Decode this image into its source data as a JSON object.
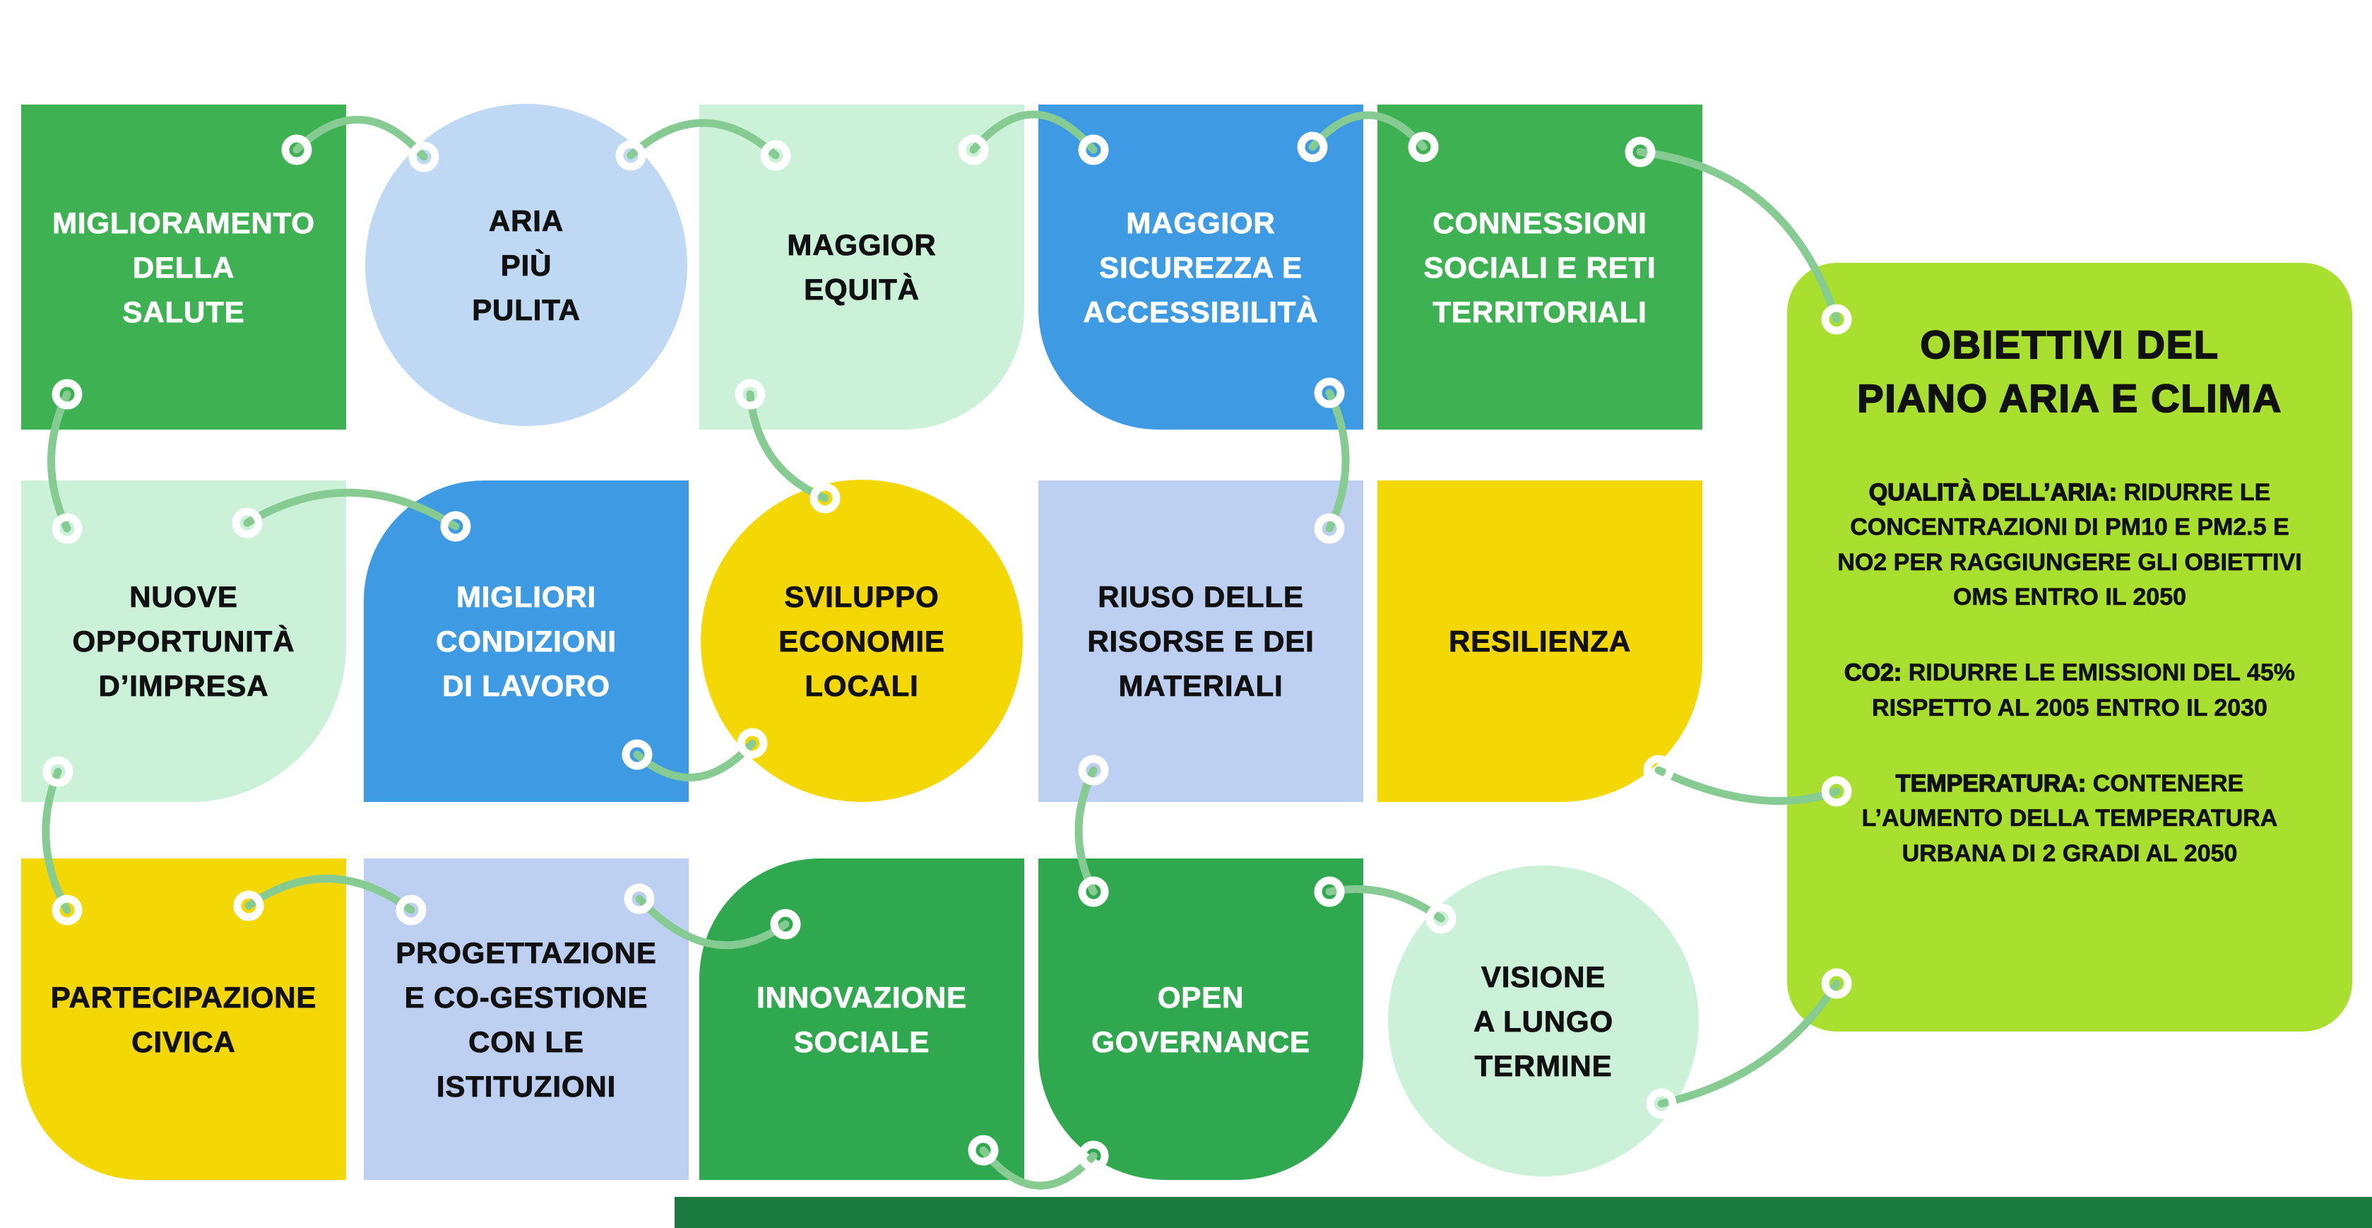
{
  "cards": [
    {
      "id": "miglioramento-della-salute",
      "label": "MIGLIORAMENTO\nDELLA\nSALUTE"
    },
    {
      "id": "aria-piu-pulita",
      "label": "ARIA\nPIÙ\nPULITA"
    },
    {
      "id": "maggior-equita",
      "label": "MAGGIOR\nEQUITÀ"
    },
    {
      "id": "maggior-sicurezza-e-accessibilita",
      "label": "MAGGIOR\nSICUREZZA E\nACCESSIBILITÀ"
    },
    {
      "id": "connessioni-sociali-e-reti-territoriali",
      "label": "CONNESSIONI\nSOCIALI E RETI\nTERRITORIALI"
    },
    {
      "id": "nuove-opportunita-dimpresa",
      "label": "NUOVE\nOPPORTUNITÀ\nD’IMPRESA"
    },
    {
      "id": "migliori-condizioni-di-lavoro",
      "label": "MIGLIORI\nCONDIZIONI\nDI LAVORO"
    },
    {
      "id": "sviluppo-economie-locali",
      "label": "SVILUPPO\nECONOMIE\nLOCALI"
    },
    {
      "id": "riuso-delle-risorse-e-dei-materiali",
      "label": "RIUSO DELLE\nRISORSE E DEI\nMATERIALI"
    },
    {
      "id": "resilienza",
      "label": "RESILIENZA"
    },
    {
      "id": "partecipazione-civica",
      "label": "PARTECIPAZIONE\nCIVICA"
    },
    {
      "id": "progettazione-e-co-gestione-con-le-istituzioni",
      "label": "PROGETTAZIONE\nE CO-GESTIONE\nCON LE\nISTITUZIONI"
    },
    {
      "id": "innovazione-sociale",
      "label": "INNOVAZIONE\nSOCIALE"
    },
    {
      "id": "open-governance",
      "label": "OPEN\nGOVERNANCE"
    },
    {
      "id": "visione-a-lungo-termine",
      "label": "VISIONE\nA LUNGO\nTERMINE"
    }
  ],
  "panel": {
    "title": "OBIETTIVI DEL\nPIANO ARIA E CLIMA",
    "sections": [
      {
        "lead": "QUALITÀ DELL’ARIA:",
        "text": "RIDURRE LE CONCENTRAZIONI DI PM10 E PM2.5 E NO2 PER RAGGIUNGERE GLI OBIETTIVI OMS ENTRO IL 2050"
      },
      {
        "lead": "CO2:",
        "text": "RIDURRE LE EMISSIONI DEL 45% RISPETTO AL 2005 ENTRO IL 2030"
      },
      {
        "lead": "TEMPERATURA:",
        "text": "CONTENERE L’AUMENTO DELLA TEMPERATURA URBANA DI 2 GRADI AL 2050"
      }
    ]
  },
  "colors": {
    "green": "#3EB252",
    "dark_green": "#2FA84F",
    "blue": "#3E9BE3",
    "light_blue": "#BFD9F5",
    "mint": "#CBF2D9",
    "yellow": "#F3D806",
    "periwinkle": "#BDD0F2",
    "lime_panel": "#A9E030",
    "footer_green": "#1A7A3F",
    "string_green": "#85CB92",
    "text_dark": "#111111",
    "text_light": "#FFFFFF"
  }
}
